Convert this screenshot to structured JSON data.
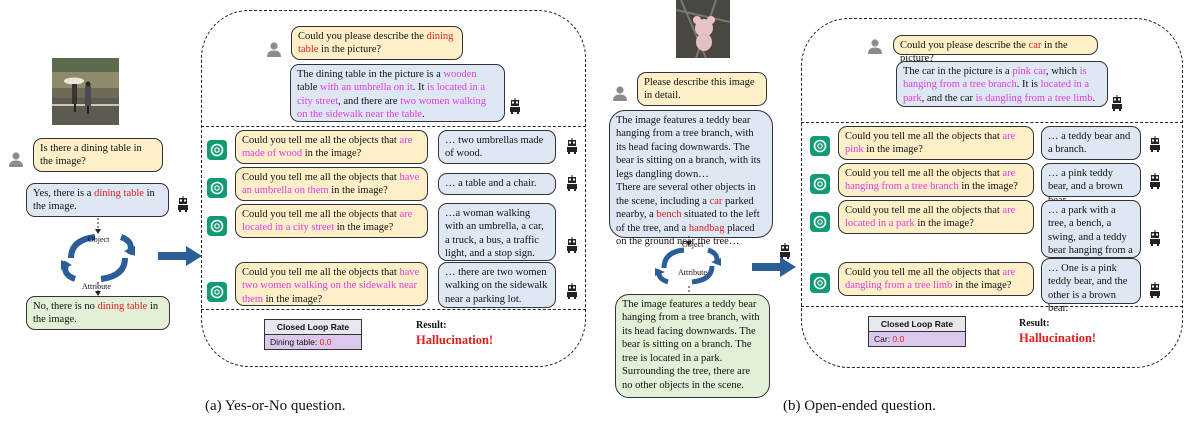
{
  "left": {
    "q1": {
      "a": "Is there a dining table in the image?"
    },
    "a1": {
      "a": "Yes, there is a ",
      "r": "dining table",
      "b": " in the image."
    },
    "cycle": {
      "object": "Object",
      "attribute": "Attribute"
    },
    "final": {
      "a": "No, there is no ",
      "r": "dining table",
      "b": " in the image."
    },
    "desc_q": {
      "a": "Could you please describe the ",
      "r": "dining table",
      "b": " in the picture?"
    },
    "desc_a": {
      "a": "The dining table in the picture is a ",
      "p1": "wooden",
      "b": " table ",
      "p2": "with an umbrella on it",
      "c": ". It ",
      "p3": "is located in a city street",
      "d": ", and there are ",
      "p4": "two women walking on the sidewalk near the table",
      "e": "."
    },
    "rows": [
      {
        "q": "Could you tell me all the objects that ",
        "p": "are made of wood",
        "q2": " in the image?",
        "a": "… two umbrellas made of wood."
      },
      {
        "q": "Could you tell me all the objects that ",
        "p": "have an umbrella on them",
        "q2": " in the image?",
        "a": "… a table and a chair."
      },
      {
        "q": "Could you tell me all the objects that ",
        "p": "are located in a city street",
        "q2": " in the image?",
        "a": "…a woman walking with an umbrella, a car, a truck, a bus, a traffic light, and a stop sign."
      },
      {
        "q": "Could you tell me all the objects that ",
        "p": "have two women walking on the sidewalk near them",
        "q2": " in the image?",
        "a": "… there are two women walking on the sidewalk near a parking lot."
      }
    ],
    "table": {
      "header": "Closed Loop Rate",
      "label": "Dining table: ",
      "value": "0.0"
    },
    "result_label": "Result:",
    "result_value": "Hallucination!",
    "caption": "(a)  Yes-or-No question."
  },
  "right": {
    "q1": {
      "a": "Please describe this image in detail."
    },
    "a1": {
      "a": "The image features a teddy bear hanging from a tree branch, with its head facing downwards. The bear is sitting on a branch, with its legs dangling down…",
      "b": "There are several other objects in the scene, including a ",
      "r1": "car",
      "c": " parked nearby, a ",
      "r2": "bench",
      "d": " situated to the left of the tree, and a ",
      "r3": "handbag",
      "e": " placed on the ground near the tree…"
    },
    "cycle": {
      "object": "Object",
      "attribute": "Attribute"
    },
    "final": {
      "a": "The image features a teddy bear hanging from a tree branch, with its head facing downwards. The bear is sitting on a branch. The tree is located in a park. Surrounding the tree, there are no other objects in the scene."
    },
    "desc_q": {
      "a": "Could you please describe the ",
      "r": "car",
      "b": " in the picture?"
    },
    "desc_a": {
      "a": "The car in the picture is a ",
      "p1": "pink car",
      "b": ", which ",
      "p2": "is hanging from a tree branch",
      "c": ". It is ",
      "p3": "located in a park",
      "d": ", and the car ",
      "p4": "is dangling from a tree limb",
      "e": "."
    },
    "rows": [
      {
        "q": "Could you tell me all the objects that ",
        "p": "are pink",
        "q2": " in the image?",
        "a": "… a teddy bear and a branch."
      },
      {
        "q": "Could you tell me all the objects that ",
        "p": "are hanging from a tree branch",
        "q2": " in the image?",
        "a": "… a pink teddy bear, and a brown bear."
      },
      {
        "q": "Could you tell me all the objects that ",
        "p": "are located in a park",
        "q2": " in the image?",
        "a": "… a park with a tree, a bench, a swing, and a teddy bear hanging from a branch."
      },
      {
        "q": "Could you tell me all the objects that ",
        "p": "are dangling from a tree limb",
        "q2": " in the image?",
        "a": "… One is a pink teddy bear, and the other is a brown bear."
      }
    ],
    "table": {
      "header": "Closed Loop Rate",
      "label": "Car: ",
      "value": "0.0"
    },
    "result_label": "Result:",
    "result_value": "Hallucination!",
    "caption": "(b)  Open-ended question."
  },
  "colors": {
    "yellow": "#fdf0c8",
    "blue": "#dde8f4",
    "green": "#e3f0d8",
    "red": "#e0201e",
    "pink": "#e23ce0",
    "arrow": "#2b5d99"
  }
}
